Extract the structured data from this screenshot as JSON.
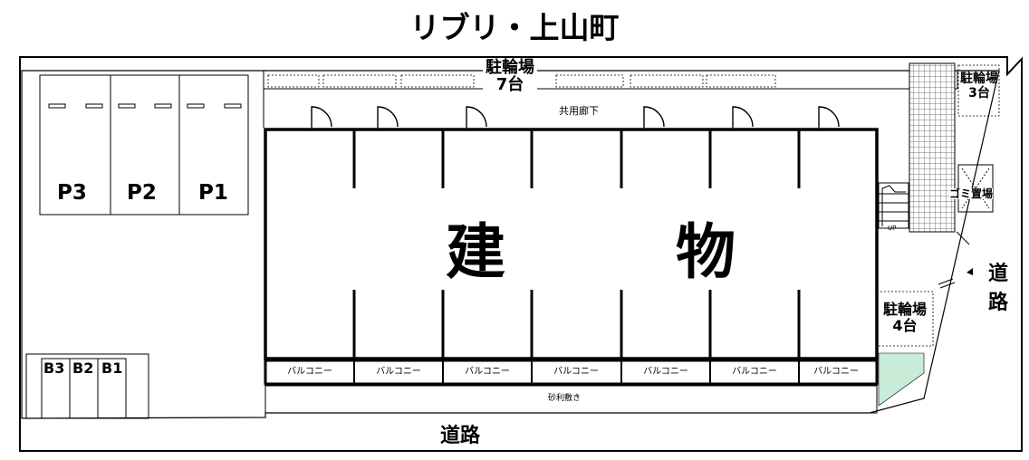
{
  "title": "リブリ・上山町",
  "parking": [
    "P3",
    "P2",
    "P1"
  ],
  "bike_spaces": [
    "B3",
    "B2",
    "B1"
  ],
  "building": {
    "char1": "建",
    "char2": "物"
  },
  "bike_parking_north": {
    "label": "駐輪場",
    "count": "7台"
  },
  "bike_parking_northeast": {
    "label": "駐輪場",
    "count": "3台"
  },
  "bike_parking_east": {
    "label": "駐輪場",
    "count": "4台"
  },
  "corridor": "共用廊下",
  "garbage": "ゴミ置場",
  "stairs_label": "UP",
  "balcony_label": "バルコニー",
  "gravel": "砂利敷き",
  "road_bottom": "道路",
  "road_right": [
    "道",
    "路"
  ]
}
